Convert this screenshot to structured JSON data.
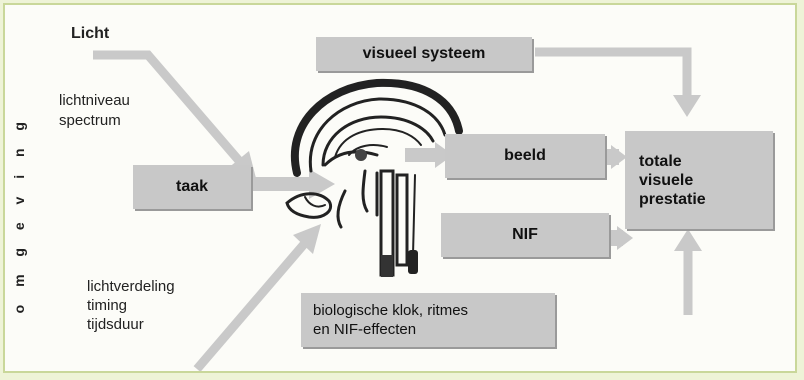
{
  "side_label": "o m g e v i n g",
  "labels": {
    "licht": "Licht",
    "lichtniveau": "lichtniveau",
    "spectrum": "spectrum",
    "lichtverdeling": "lichtverdeling",
    "timing": "timing",
    "tijdsduur": "tijdsduur"
  },
  "boxes": {
    "visueel_systeem": "visueel systeem",
    "taak": "taak",
    "beeld": "beeld",
    "nif": "NIF",
    "totale_1": "totale",
    "totale_2": "visuele",
    "totale_3": "prestatie",
    "bio_1": "biologische klok, ritmes",
    "bio_2": "en NIF-effecten"
  },
  "colors": {
    "box_fill": "#c8c8c8",
    "arrow": "#c9c9c9",
    "background": "#fcfcf8",
    "border": "#c9d79a"
  }
}
